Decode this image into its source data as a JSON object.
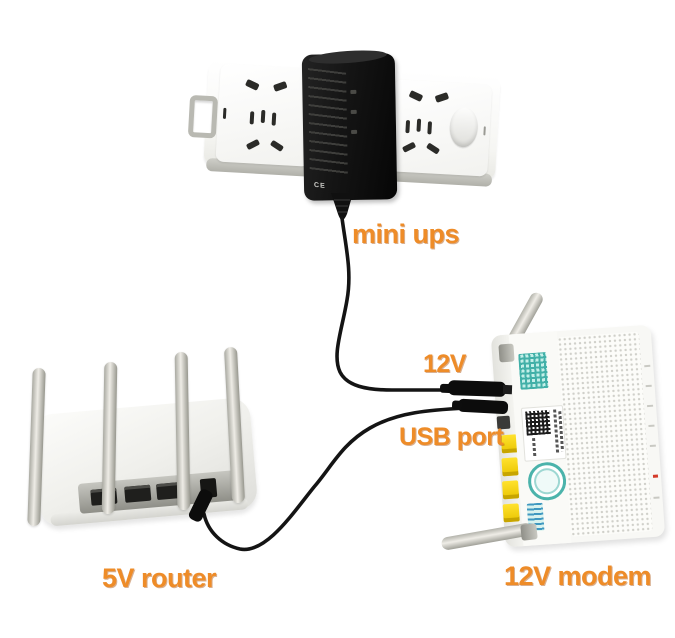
{
  "scene": {
    "description": "mini UPS plugged into a wall power strip, powering a 12V modem via its 12V barrel jack; the modem USB port powers a 5V router",
    "background_color": "#ffffff"
  },
  "labels": {
    "mini_ups": "mini ups",
    "modem_power": "12V",
    "usb_port": "USB port",
    "router": "5V router",
    "modem": "12V modem"
  },
  "devices": {
    "power_strip": {
      "outlets": 2,
      "has_switch": true,
      "has_hanging_hook": true
    },
    "mini_ups": {
      "color": "black",
      "ce_mark": "CE"
    },
    "router": {
      "antennas": 4,
      "ethernet_ports": 3,
      "power_input": "5V"
    },
    "modem": {
      "antennas": 2,
      "yellow_ethernet_ports": 4,
      "power_input": "12V",
      "stickers": [
        "teal-qr-code",
        "black-qr-code-label",
        "round-teal-stamp",
        "teal-tag"
      ]
    }
  },
  "colors": {
    "label_orange": "#ee8c28",
    "cable_black": "#141414",
    "ethernet_yellow": "#f2cf10",
    "sticker_teal": "#4bb3ab",
    "device_white": "#f8f8f5"
  }
}
